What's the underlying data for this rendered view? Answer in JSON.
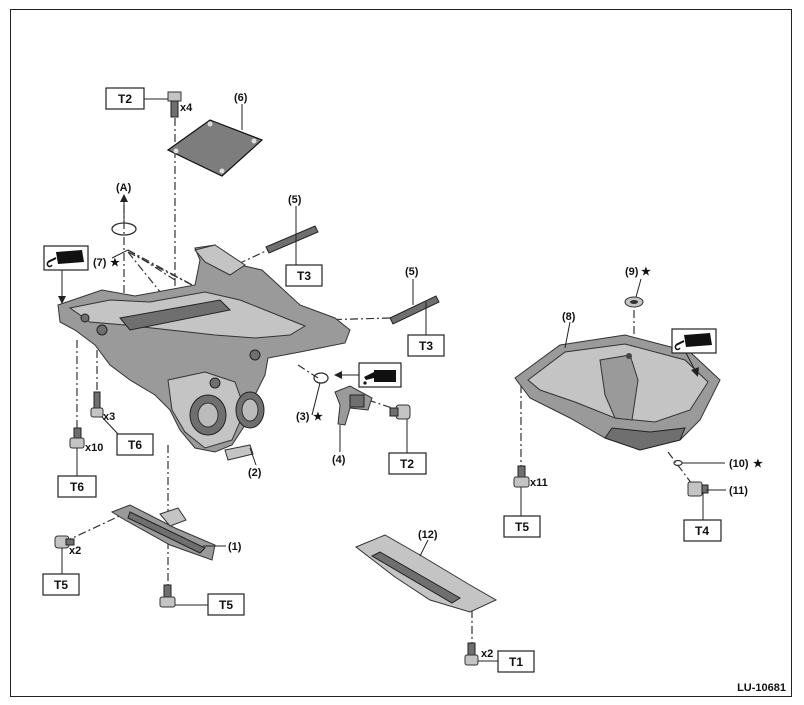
{
  "figure_id": "LU-10681",
  "torque_labels": {
    "t1": "T1",
    "t2a": "T2",
    "t2b": "T2",
    "t3a": "T3",
    "t3b": "T3",
    "t4": "T4",
    "t5a": "T5",
    "t5b": "T5",
    "t5c": "T5",
    "t6a": "T6",
    "t6b": "T6"
  },
  "part_labels": {
    "p1": "(1)",
    "p2": "(2)",
    "p3": "(3)",
    "p4": "(4)",
    "p5a": "(5)",
    "p5b": "(5)",
    "p6": "(6)",
    "p7": "(7)",
    "p8": "(8)",
    "p9": "(9)",
    "p10": "(10)",
    "p11": "(11)",
    "p12": "(12)",
    "a": "(A)"
  },
  "quantities": {
    "q_x4": "x4",
    "q_x3": "x3",
    "q_x10": "x10",
    "q_x2a": "x2",
    "q_x11": "x11",
    "q_x2b": "x2"
  },
  "replace_mark": "★",
  "icons": [
    "sealant-tube-icon",
    "oil-can-icon"
  ],
  "colors": {
    "line": "#222222",
    "part": "#9a9a9a",
    "background": "#ffffff"
  }
}
